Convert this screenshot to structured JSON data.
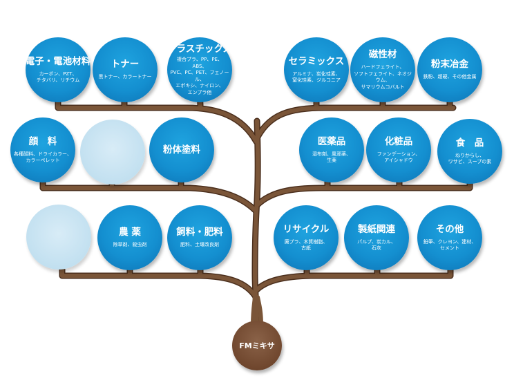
{
  "root": {
    "label": "FMミキサ"
  },
  "colors": {
    "branch": "#7a5538",
    "branch_edge": "#4a2e1c",
    "node": "#148fd0",
    "node_empty": "#c2e0f0",
    "root": "#70472e"
  },
  "nodes": {
    "denshi": {
      "title": "電子・電池材料",
      "sub": "カーボン、PZT、\nチタバリ、リチウム"
    },
    "toner": {
      "title": "トナー",
      "sub": "黒トナー、カラートナー"
    },
    "plastic": {
      "title": "プラスチックス",
      "sub": "複合プラ、PP、PE、ABS、\nPVC、PC、PET、フェノール、\nエポキシ、ナイロン、\nエンプラ他"
    },
    "ceramic": {
      "title": "セラミックス",
      "sub": "アルミナ、炭化珪素、\n窒化珪素、ジルコニア"
    },
    "jisei": {
      "title": "磁性材",
      "sub": "ハードフェライト、\nソフトフェライト、ネオジウム、\nサマリウムコバルト"
    },
    "funmatsu": {
      "title": "粉末冶金",
      "sub": "鉄粉、超硬、その他金属"
    },
    "ganryo": {
      "title": "顔　料",
      "sub": "各種顔料、ドライカラー、\nカラーペレット"
    },
    "funtai": {
      "title": "粉体塗料",
      "sub": ""
    },
    "iyaku": {
      "title": "医薬品",
      "sub": "湿布剤、風邪薬、\n生薬"
    },
    "kesho": {
      "title": "化粧品",
      "sub": "ファンデーション、\nアイシャドウ"
    },
    "shokuhin": {
      "title": "食　品",
      "sub": "ねりからし、\nワサビ、スープの素"
    },
    "noyaku": {
      "title": "農 薬",
      "sub": "除草剤、殺虫剤"
    },
    "shiryo": {
      "title": "飼料・肥料",
      "sub": "肥料、土壌改良剤"
    },
    "recycle": {
      "title": "リサイクル",
      "sub": "廃プラ、木質樹脂、\n古紙"
    },
    "seishi": {
      "title": "製紙関連",
      "sub": "パルプ、炭カル、\n石灰"
    },
    "sonota": {
      "title": "その他",
      "sub": "鉛筆、クレヨン、建材、\nセメント"
    }
  }
}
